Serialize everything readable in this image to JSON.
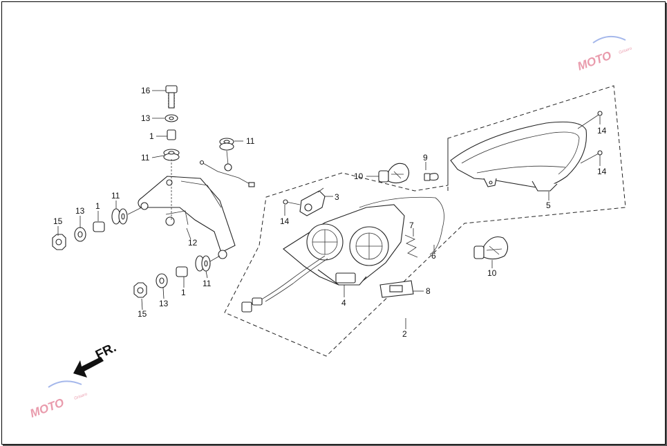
{
  "direction_label": "FR.",
  "watermark": {
    "text": "MOTO",
    "subtext": "Grisero"
  },
  "callouts": {
    "c1a": "1",
    "c1b": "1",
    "c1c": "1",
    "c2": "2",
    "c3": "3",
    "c4": "4",
    "c5": "5",
    "c6": "6",
    "c7": "7",
    "c8": "8",
    "c9": "9",
    "c10a": "10",
    "c10b": "10",
    "c11a": "11",
    "c11b": "11",
    "c11c": "11",
    "c11d": "11",
    "c12": "12",
    "c13a": "13",
    "c13b": "13",
    "c13c": "13",
    "c14a": "14",
    "c14b": "14",
    "c14c": "14",
    "c15a": "15",
    "c15b": "15",
    "c16": "16"
  }
}
